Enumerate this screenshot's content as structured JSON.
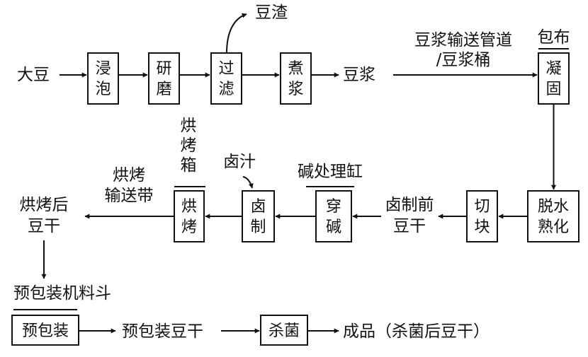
{
  "nodes": {
    "input": {
      "label": "大豆"
    },
    "soak": {
      "line1": "浸",
      "line2": "泡"
    },
    "grind": {
      "line1": "研",
      "line2": "磨"
    },
    "filter": {
      "line1": "过",
      "line2": "滤"
    },
    "boil": {
      "line1": "煮",
      "line2": "浆"
    },
    "soymilk": {
      "label": "豆浆"
    },
    "okara": {
      "label": "豆渣"
    },
    "pipe": {
      "line1": "豆浆输送管道",
      "line2": "/豆浆桶"
    },
    "cloth": {
      "label": "包布"
    },
    "coagulate": {
      "line1": "凝",
      "line2": "固"
    },
    "dehydrate": {
      "line1": "脱水",
      "line2": "熟化"
    },
    "cut": {
      "line1": "切",
      "line2": "块"
    },
    "pre_brine": {
      "line1": "卤制前",
      "line2": "豆干"
    },
    "alkali_tank": {
      "label": "碱处理缸"
    },
    "alkali": {
      "line1": "穿",
      "line2": "碱"
    },
    "brine_juice": {
      "label": "卤汁"
    },
    "brine": {
      "line1": "卤",
      "line2": "制"
    },
    "oven": {
      "line1": "烘",
      "line2": "烤",
      "line3": "箱"
    },
    "bake": {
      "line1": "烘",
      "line2": "烤"
    },
    "bake_belt": {
      "line1": "烘烤",
      "line2": "输送带"
    },
    "baked": {
      "line1": "烘烤后",
      "line2": "豆干"
    },
    "hopper": {
      "label": "预包装机料斗"
    },
    "prepack": {
      "label": "预包装"
    },
    "prepack_product": {
      "label": "预包装豆干"
    },
    "sterilize": {
      "label": "杀菌"
    },
    "final": {
      "label": "成品（杀菌后豆干）"
    }
  }
}
